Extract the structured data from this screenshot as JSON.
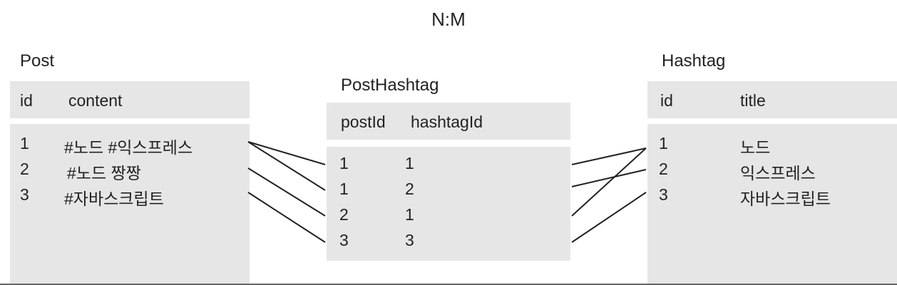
{
  "title": "N:M",
  "post": {
    "name": "Post",
    "columns": [
      "id",
      "content"
    ],
    "rows": [
      {
        "id": "1",
        "content": "#노드 #익스프레스"
      },
      {
        "id": "2",
        "content": "#노드 짱짱"
      },
      {
        "id": "3",
        "content": "#자바스크립트"
      }
    ]
  },
  "post_hashtag": {
    "name": "PostHashtag",
    "columns": [
      "postId",
      "hashtagId"
    ],
    "rows": [
      {
        "postId": "1",
        "hashtagId": "1"
      },
      {
        "postId": "1",
        "hashtagId": "2"
      },
      {
        "postId": "2",
        "hashtagId": "1"
      },
      {
        "postId": "3",
        "hashtagId": "3"
      }
    ]
  },
  "hashtag": {
    "name": "Hashtag",
    "columns": [
      "id",
      "title"
    ],
    "rows": [
      {
        "id": "1",
        "title": "노드"
      },
      {
        "id": "2",
        "title": "익스프레스"
      },
      {
        "id": "3",
        "title": "자바스크립트"
      }
    ]
  },
  "colors": {
    "panel": "#e6e6e6",
    "line": "#222222",
    "text": "#222222"
  }
}
